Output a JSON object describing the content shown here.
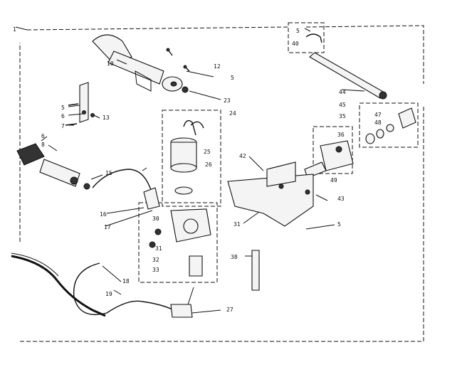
{
  "diagram": {
    "labels": {
      "l1": "1",
      "l5a": "5",
      "l40": "40",
      "l12": "12",
      "l10": "10",
      "l5b": "5",
      "l23": "23",
      "l44": "44",
      "l5c": "5",
      "l6a": "6",
      "l13": "13",
      "l7": "7",
      "l24": "24",
      "l45": "45",
      "l35": "35",
      "l47": "47",
      "l48": "48",
      "l6b": "6",
      "l8": "8",
      "l36": "36",
      "l25": "25",
      "l42": "42",
      "l26": "26",
      "l15": "15",
      "l49": "49",
      "l43": "43",
      "l16": "16",
      "l17": "17",
      "l5d": "5",
      "l30": "30",
      "l31a": "31",
      "l31b": "31",
      "l38": "38",
      "l32": "32",
      "l33": "33",
      "l18": "18",
      "l19": "19",
      "l27": "27"
    }
  }
}
